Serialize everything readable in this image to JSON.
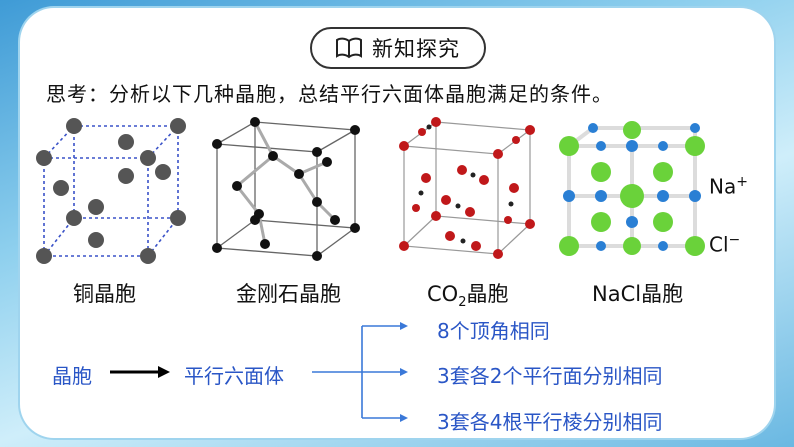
{
  "header": {
    "title": "新知探究",
    "icon": "book-icon"
  },
  "question": "思考：分析以下几种晶胞，总结平行六面体晶胞满足的条件。",
  "cells": [
    {
      "label": "铜晶胞"
    },
    {
      "label": "金刚石晶胞"
    },
    {
      "label_main": "CO",
      "label_sub": "2",
      "label_tail": "晶胞"
    },
    {
      "label": "NaCl晶胞"
    }
  ],
  "ions": {
    "na": "Na",
    "na_charge": "+",
    "cl": "Cl",
    "cl_charge": "−"
  },
  "summary": {
    "left": "晶胞",
    "middle": "平行六面体",
    "branches": [
      "8个顶角相同",
      "3套各2个平行面分别相同",
      "3套各4根平行棱分别相同"
    ]
  },
  "colors": {
    "accent_text": "#2a56c6",
    "arrow": "#3a78d8",
    "cu_atom": "#555555",
    "c_atom": "#111111",
    "co2_atom": "#c0181a",
    "na_ion": "#2a7fd4",
    "cl_ion": "#6ad23a"
  }
}
